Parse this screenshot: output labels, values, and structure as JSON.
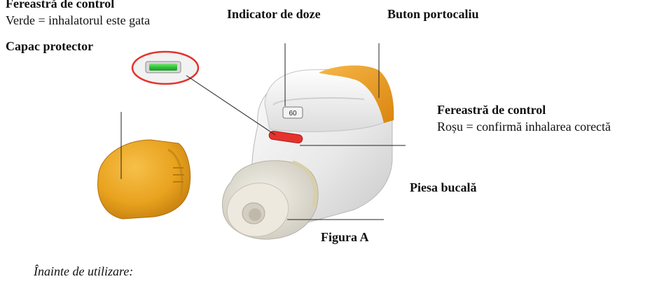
{
  "labels": {
    "window_green_title": "Fereastră de control",
    "window_green_desc": "Verde = inhalatorul este gata",
    "dose_indicator": "Indicator de doze",
    "orange_button": "Buton portocaliu",
    "protective_cap": "Capac protector",
    "window_red_title": "Fereastră de control",
    "window_red_desc": "Roșu = confirmă inhalarea corectă",
    "mouthpiece": "Piesa bucală",
    "figure_caption": "Figura A",
    "before_use": "Înainte de utilizare:"
  },
  "dose_counter_value": "60",
  "colors": {
    "cap_orange": "#e8a21e",
    "button_orange": "#ec9c1c",
    "window_red": "#e5322d",
    "window_green": "#2fc43b",
    "body_white": "#ececec"
  }
}
